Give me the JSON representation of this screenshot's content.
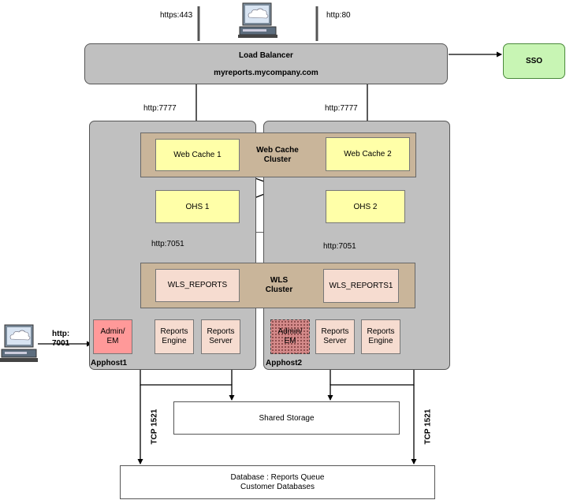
{
  "top": {
    "https_label": "https:443",
    "http_label": "http:80"
  },
  "load_balancer": {
    "title": "Load Balancer",
    "host": "myreports.mycompany.com"
  },
  "sso": {
    "label": "SSO"
  },
  "ports": {
    "left_7777": "http:7777",
    "right_7777": "http:7777",
    "left_7051": "http:7051",
    "right_7051": "http:7051"
  },
  "web_cache": {
    "cluster_line1": "Web Cache",
    "cluster_line2": "Cluster",
    "node1": "Web Cache 1",
    "node2": "Web Cache 2"
  },
  "ohs": {
    "node1": "OHS 1",
    "node2": "OHS 2"
  },
  "wls": {
    "cluster_line1": "WLS",
    "cluster_line2": "Cluster",
    "node1": "WLS_REPORTS",
    "node2": "WLS_REPORTS1"
  },
  "apphost1": {
    "name": "Apphost1",
    "admin_line1": "Admin/",
    "admin_line2": "EM",
    "engine_line1": "Reports",
    "engine_line2": "Engine",
    "server_line1": "Reports",
    "server_line2": "Server"
  },
  "apphost2": {
    "name": "Apphost2",
    "admin_line1": "Admin/",
    "admin_line2": "EM",
    "server_line1": "Reports",
    "server_line2": "Server",
    "engine_line1": "Reports",
    "engine_line2": "Engine"
  },
  "admin_client": {
    "port_line1": "http:",
    "port_line2": "7001"
  },
  "storage": {
    "label": "Shared Storage"
  },
  "tcp": {
    "left": "TCP 1521",
    "right": "TCP 1521"
  },
  "database": {
    "line1": "Database : Reports Queue",
    "line2": "Customer Databases"
  },
  "colors": {
    "gray": "#c0c0c0",
    "tan": "#c9b59a",
    "yellow": "#ffffa8",
    "pink": "#f6dcd0",
    "admin_red": "#ff9999",
    "sso_green": "#c8f5b4"
  },
  "icons": {
    "top_client": "computer-icon",
    "left_client": "computer-icon"
  }
}
